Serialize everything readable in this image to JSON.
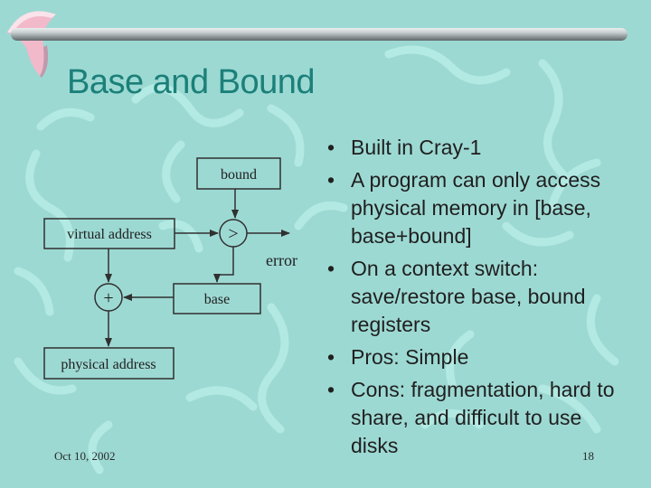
{
  "slide": {
    "title": "Base and Bound",
    "date": "Oct 10, 2002",
    "page_number": "18"
  },
  "diagram": {
    "bound_label": "bound",
    "virtual_address_label": "virtual address",
    "compare_symbol": ">",
    "error_label": "error",
    "add_symbol": "+",
    "base_label": "base",
    "physical_address_label": "physical address"
  },
  "bullets": {
    "marker": "•",
    "items": [
      "Built in Cray-1",
      "A program can only access physical memory in [base, base+bound]",
      "On a context switch: save/restore base, bound registers",
      "Pros: Simple",
      "Cons: fragmentation, hard to share, and difficult to use disks"
    ]
  },
  "colors": {
    "background": "#9dd9d3",
    "title": "#1b8079",
    "decor_swirl": "#b8ece6",
    "logo_pink": "#f2b9cb"
  }
}
